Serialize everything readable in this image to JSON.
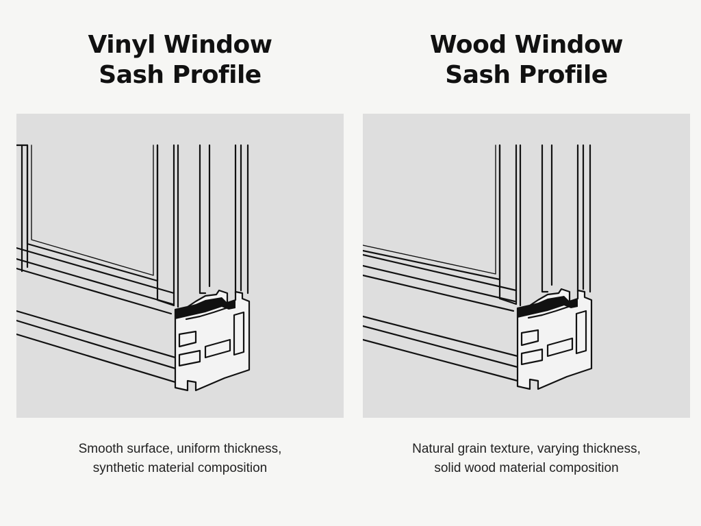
{
  "panels": [
    {
      "id": "vinyl",
      "title_line1": "Vinyl Window",
      "title_line2": "Sash Profile",
      "caption_line1": "Smooth surface, uniform thickness,",
      "caption_line2": "synthetic material composition"
    },
    {
      "id": "wood",
      "title_line1": "Wood Window",
      "title_line2": "Sash Profile",
      "caption_line1": "Natural grain texture, varying thickness,",
      "caption_line2": "solid wood material composition"
    }
  ],
  "colors": {
    "page_background": "#f6f6f4",
    "figure_background": "#dedede",
    "line": "#111111",
    "profile_fill": "#f3f3f3"
  }
}
